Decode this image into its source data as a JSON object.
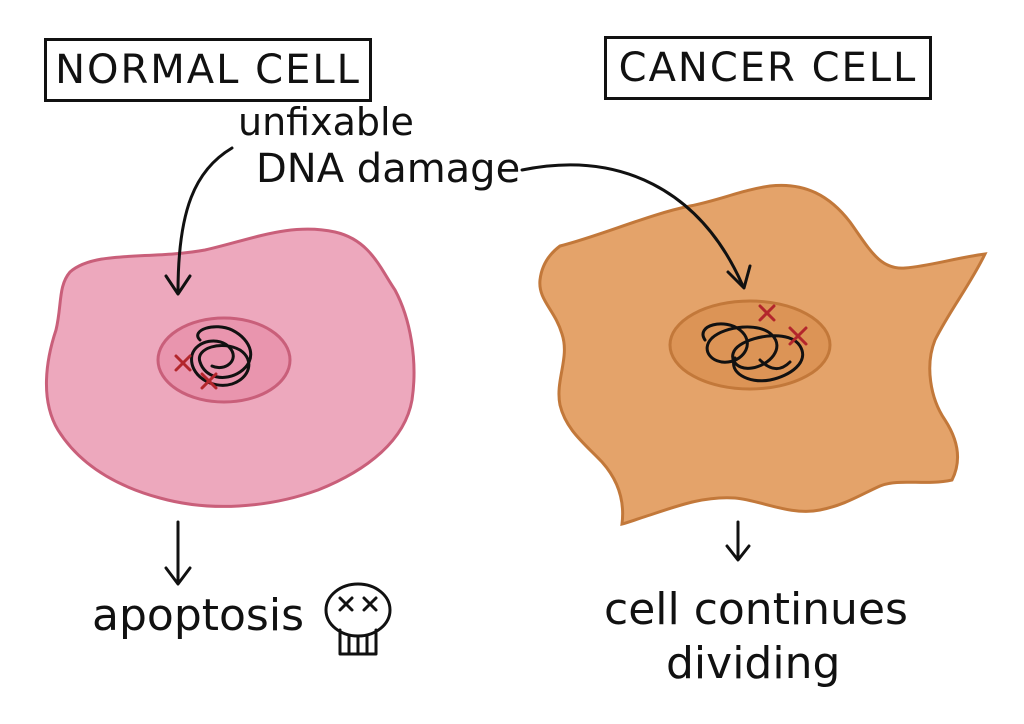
{
  "normal_cell": {
    "title": "NORMAL CELL",
    "outcome": "apoptosis",
    "fill": "#eda8bd",
    "stroke": "#c95f7a"
  },
  "cancer_cell": {
    "title": "CANCER CELL",
    "outcome_line1": "cell continues",
    "outcome_line2": "dividing",
    "fill": "#e4a36a",
    "stroke": "#c2783a"
  },
  "damage_label": {
    "line1": "unfixable",
    "line2": "DNA damage"
  },
  "colors": {
    "ink": "#111111",
    "damage_mark": "#b3262c"
  },
  "icons": {
    "skull": "skull-icon"
  }
}
